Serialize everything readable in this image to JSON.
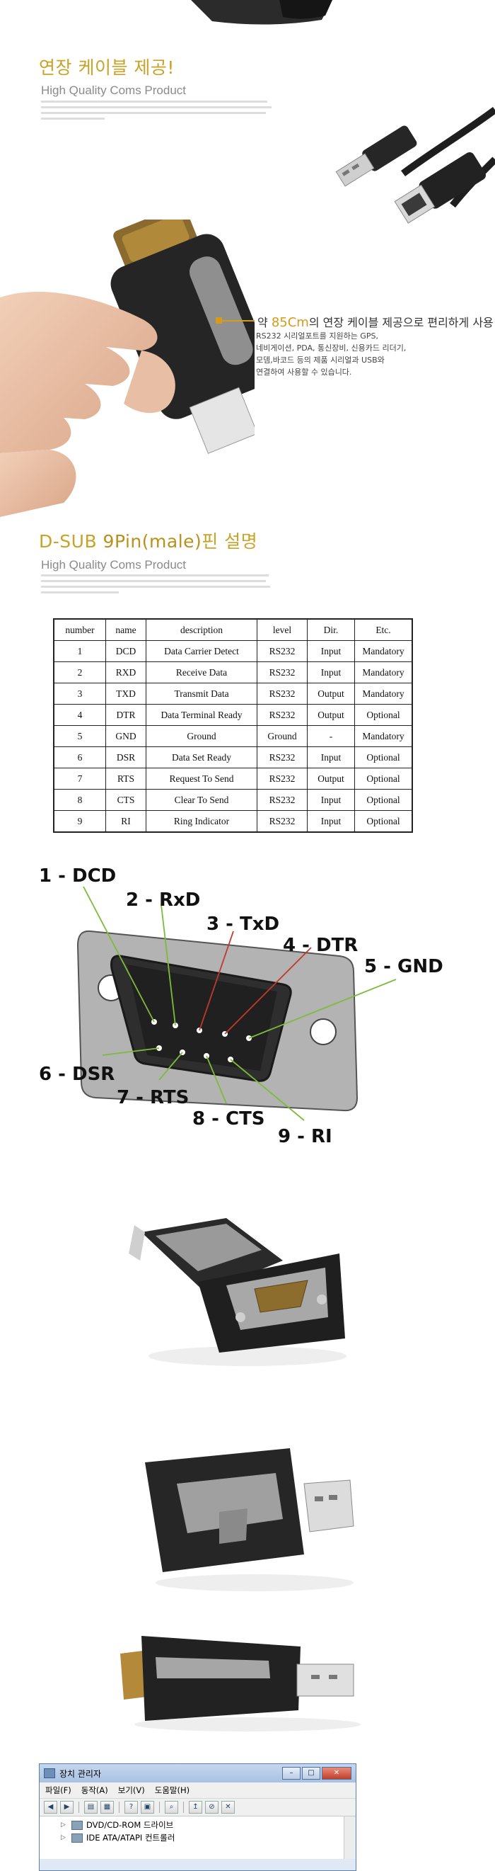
{
  "cable_section": {
    "title_ko": "연장 케이블 제공!",
    "subtitle": "High Quality Coms Product",
    "callout": {
      "prefix": "약 ",
      "length": "85Cm",
      "suffix": "의 연장 케이블 제공으로 편리하게 사용!",
      "lines": [
        "RS232 시리얼포트를 지원하는 GPS,",
        "네비게이션, PDA, 통신장비, 신용카드 리더기,",
        "모뎀,바코드 등의 제품 시리얼과 USB와",
        "연결하여 사용할 수 있습니다."
      ]
    }
  },
  "pin_section": {
    "title_prefix": "D-SUB ",
    "title_em": "9Pin(male)",
    "title_suffix": "핀 설명",
    "subtitle": "High Quality Coms Product",
    "table": {
      "headers": [
        "number",
        "name",
        "description",
        "level",
        "Dir.",
        "Etc."
      ],
      "rows": [
        [
          "1",
          "DCD",
          "Data Carrier Detect",
          "RS232",
          "Input",
          "Mandatory"
        ],
        [
          "2",
          "RXD",
          "Receive Data",
          "RS232",
          "Input",
          "Mandatory"
        ],
        [
          "3",
          "TXD",
          "Transmit Data",
          "RS232",
          "Output",
          "Mandatory"
        ],
        [
          "4",
          "DTR",
          "Data Terminal Ready",
          "RS232",
          "Output",
          "Optional"
        ],
        [
          "5",
          "GND",
          "Ground",
          "Ground",
          "-",
          "Mandatory"
        ],
        [
          "6",
          "DSR",
          "Data Set Ready",
          "RS232",
          "Input",
          "Optional"
        ],
        [
          "7",
          "RTS",
          "Request To Send",
          "RS232",
          "Output",
          "Optional"
        ],
        [
          "8",
          "CTS",
          "Clear To Send",
          "RS232",
          "Input",
          "Optional"
        ],
        [
          "9",
          "RI",
          "Ring Indicator",
          "RS232",
          "Input",
          "Optional"
        ]
      ]
    }
  },
  "pinout": {
    "labels": [
      "1 - DCD",
      "2 - RxD",
      "3 - TxD",
      "4 - DTR",
      "5 - GND",
      "6 - DSR",
      "7 - RTS",
      "8 - CTS",
      "9 - RI"
    ],
    "line_color": "#7dbb3a"
  },
  "device_manager": {
    "title": "장치 관리자",
    "menu": [
      "파일(F)",
      "동작(A)",
      "보기(V)",
      "도움말(H)"
    ],
    "tree": [
      "DVD/CD-ROM 드라이브",
      "IDE ATA/ATAPI 컨트롤러"
    ]
  },
  "colors": {
    "accent": "#d89a1a",
    "title_gold": "#c9a227"
  }
}
